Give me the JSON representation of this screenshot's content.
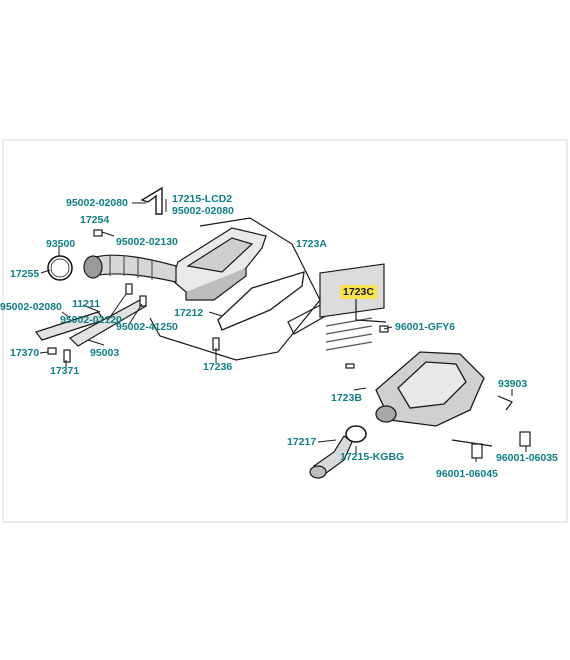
{
  "colors": {
    "label": "#0f7f86",
    "highlight": "#f6e24c",
    "line": "#1a1a1a",
    "frame": "#d8d8d8"
  },
  "highlighted_part": "1723C",
  "parts": [
    "95002-02080",
    "17215-LCD2",
    "95002-02080",
    "17254",
    "95002-02130",
    "1723A",
    "93500",
    "17255",
    "95002-02080",
    "11211",
    "95002-02120",
    "17212",
    "95002-41250",
    "17370",
    "95003",
    "17371",
    "17236",
    "1723C",
    "96001-GFY6",
    "93903",
    "1723B",
    "17217",
    "17215-KGBG",
    "96001-06035",
    "96001-06045"
  ]
}
